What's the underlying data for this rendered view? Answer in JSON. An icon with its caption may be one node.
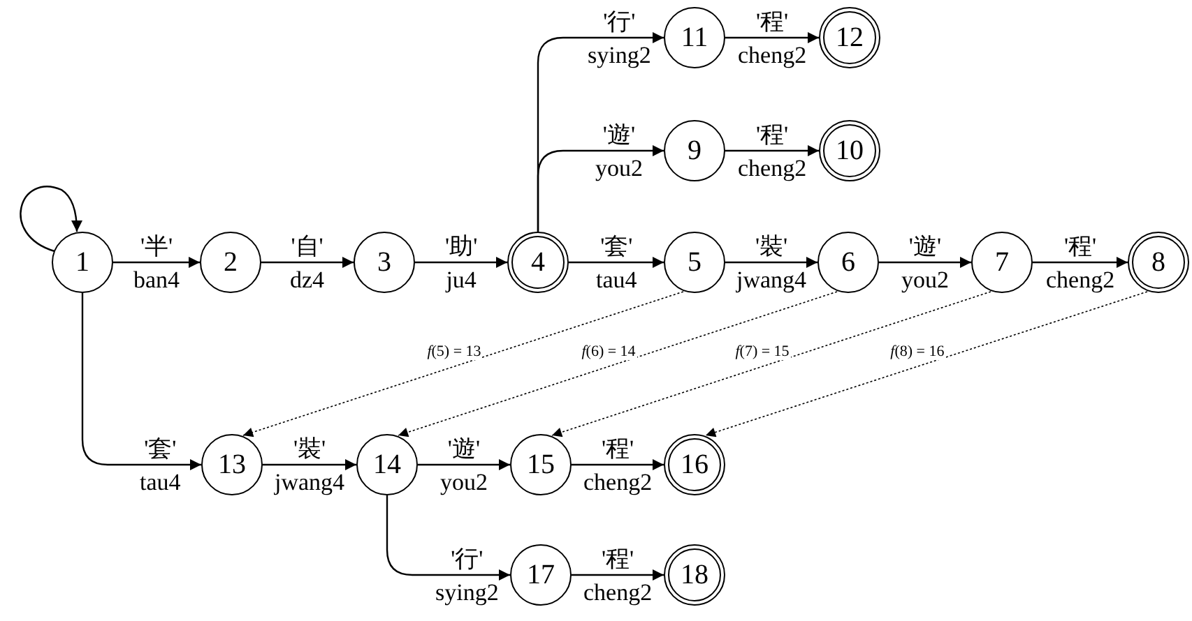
{
  "diagram": {
    "nodes": [
      {
        "text": [
          "1"
        ]
      },
      {
        "text": [
          "2"
        ]
      },
      {
        "text": [
          "3"
        ]
      },
      {
        "text": [
          "4"
        ]
      },
      {
        "text": [
          "5"
        ]
      },
      {
        "text": [
          "6"
        ]
      },
      {
        "text": [
          "7"
        ]
      },
      {
        "text": [
          "8"
        ]
      },
      {
        "text": [
          "9"
        ]
      },
      {
        "text": [
          "10"
        ]
      },
      {
        "text": [
          "11"
        ]
      },
      {
        "text": [
          "12"
        ]
      },
      {
        "text": [
          "13"
        ]
      },
      {
        "text": [
          "14"
        ]
      },
      {
        "text": [
          "15"
        ]
      },
      {
        "text": [
          "16"
        ]
      },
      {
        "text": [
          "17"
        ]
      },
      {
        "text": [
          "18"
        ]
      }
    ],
    "edges": [
      {
        "from": 0,
        "to": 0,
        "arrow": "to"
      },
      {
        "from": 0,
        "to": 1,
        "arrow": "to",
        "label": "'半' ban4"
      },
      {
        "from": 1,
        "to": 2,
        "arrow": "to",
        "label": "'自' dz4"
      },
      {
        "from": 2,
        "to": 3,
        "arrow": "to",
        "label": "'助' ju4"
      },
      {
        "from": 3,
        "to": 10,
        "arrow": "to",
        "label": "'行' sying2"
      },
      {
        "from": 10,
        "to": 11,
        "arrow": "to",
        "label": "'程' cheng2"
      },
      {
        "from": 3,
        "to": 8,
        "arrow": "to",
        "label": "'遊' you2"
      },
      {
        "from": 8,
        "to": 9,
        "arrow": "to",
        "label": "'程' cheng2"
      },
      {
        "from": 3,
        "to": 4,
        "arrow": "to",
        "label": "'套' tau4"
      },
      {
        "from": 4,
        "to": 5,
        "arrow": "to",
        "label": "'裝' jwang4"
      },
      {
        "from": 5,
        "to": 6,
        "arrow": "to",
        "label": "'遊' you2"
      },
      {
        "from": 6,
        "to": 7,
        "arrow": "to",
        "label": "'程' cheng2"
      },
      {
        "from": 0,
        "to": 12,
        "arrow": "to",
        "label": "'套' tau4"
      },
      {
        "from": 12,
        "to": 13,
        "arrow": "to",
        "label": "'裝' jwang4"
      },
      {
        "from": 13,
        "to": 14,
        "arrow": "to",
        "label": "'遊' you2"
      },
      {
        "from": 14,
        "to": 15,
        "arrow": "to",
        "label": "'程' cheng2"
      },
      {
        "from": 13,
        "to": 16,
        "arrow": "to",
        "label": "'行' sying2"
      },
      {
        "from": 16,
        "to": 17,
        "arrow": "to",
        "label": "'程' cheng2"
      },
      {
        "from": 4,
        "to": 12,
        "arrow": "to",
        "style": "dashed",
        "label": "*f*(5) = 13"
      },
      {
        "from": 5,
        "to": 13,
        "arrow": "to",
        "style": "dashed",
        "label": "*f*(6) = 14"
      },
      {
        "from": 6,
        "to": 14,
        "arrow": "to",
        "style": "dashed",
        "label": "*f*(7) = 15"
      },
      {
        "from": 7,
        "to": 15,
        "arrow": "to",
        "style": "dashed",
        "label": "*f*(8) = 16"
      }
    ]
  }
}
